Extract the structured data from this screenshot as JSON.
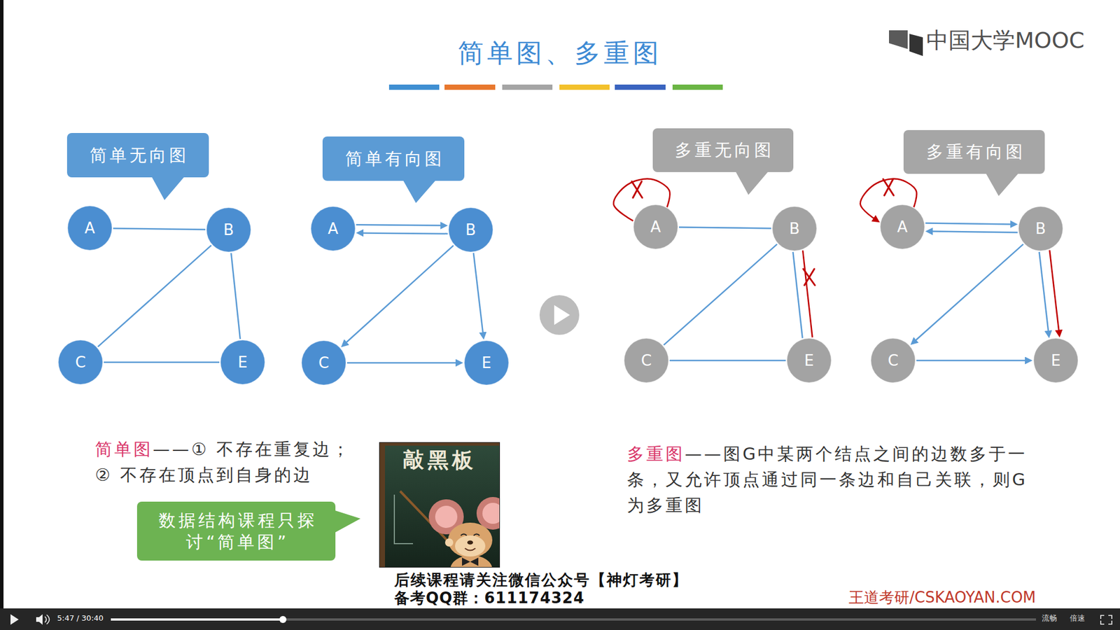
{
  "diagram": {
    "title": "简单图、多重图",
    "nodes": [
      {
        "text": [
          "简单无向图"
        ]
      },
      {
        "text": [
          "A"
        ]
      },
      {
        "text": [
          "B"
        ]
      },
      {
        "text": [
          "C"
        ]
      },
      {
        "text": [
          "E"
        ]
      },
      {
        "text": [
          "简单有向图"
        ]
      },
      {
        "text": [
          "A"
        ]
      },
      {
        "text": [
          "B"
        ]
      },
      {
        "text": [
          "C"
        ]
      },
      {
        "text": [
          "E"
        ]
      },
      {
        "text": [
          "多重无向图"
        ]
      },
      {
        "text": [
          "A"
        ]
      },
      {
        "text": [
          "B"
        ]
      },
      {
        "text": [
          "C"
        ]
      },
      {
        "text": [
          "E"
        ]
      },
      {
        "text": [
          "多重有向图"
        ]
      },
      {
        "text": [
          "A"
        ]
      },
      {
        "text": [
          "B"
        ]
      },
      {
        "text": [
          "C"
        ]
      },
      {
        "text": [
          "E"
        ]
      },
      {
        "text": [
          "数据结构课程只探讨“简单图”"
        ]
      }
    ],
    "edges": [
      {
        "from": 1,
        "to": 2,
        "arrow": "none"
      },
      {
        "from": 2,
        "to": 3,
        "arrow": "none"
      },
      {
        "from": 2,
        "to": 4,
        "arrow": "none"
      },
      {
        "from": 3,
        "to": 4,
        "arrow": "none"
      },
      {
        "from": 6,
        "to": 7,
        "arrow": "to"
      },
      {
        "from": 7,
        "to": 6,
        "arrow": "to"
      },
      {
        "from": 7,
        "to": 8,
        "arrow": "to"
      },
      {
        "from": 7,
        "to": 9,
        "arrow": "to"
      },
      {
        "from": 8,
        "to": 9,
        "arrow": "to"
      },
      {
        "from": 11,
        "to": 11,
        "arrow": "none"
      },
      {
        "from": 11,
        "to": 12,
        "arrow": "none"
      },
      {
        "from": 12,
        "to": 13,
        "arrow": "none"
      },
      {
        "from": 12,
        "to": 14,
        "arrow": "none"
      },
      {
        "from": 12,
        "to": 14,
        "arrow": "none"
      },
      {
        "from": 13,
        "to": 14,
        "arrow": "none"
      },
      {
        "from": 16,
        "to": 16,
        "arrow": "to"
      },
      {
        "from": 16,
        "to": 17,
        "arrow": "to"
      },
      {
        "from": 17,
        "to": 16,
        "arrow": "to"
      },
      {
        "from": 17,
        "to": 18,
        "arrow": "to"
      },
      {
        "from": 17,
        "to": 19,
        "arrow": "to"
      },
      {
        "from": 17,
        "to": 19,
        "arrow": "to"
      },
      {
        "from": 18,
        "to": 19,
        "arrow": "to"
      }
    ],
    "labels": [
      "中国大学MOOC",
      "简单图",
      "——① 不存在重复边；",
      "② 不存在顶点到自身的边",
      "敲黑板",
      "后续课程请关注微信公众号【神灯考研】",
      "备考QQ群：611174324",
      "多重图",
      "——图G中某两个结点之间的边数多于一条，又允许顶点通过同一条边和自己关联，则G为多重图",
      "王道考研/CSKAOYAN.COM",
      "5:47 / 30:40",
      "流畅",
      "倍速"
    ]
  }
}
